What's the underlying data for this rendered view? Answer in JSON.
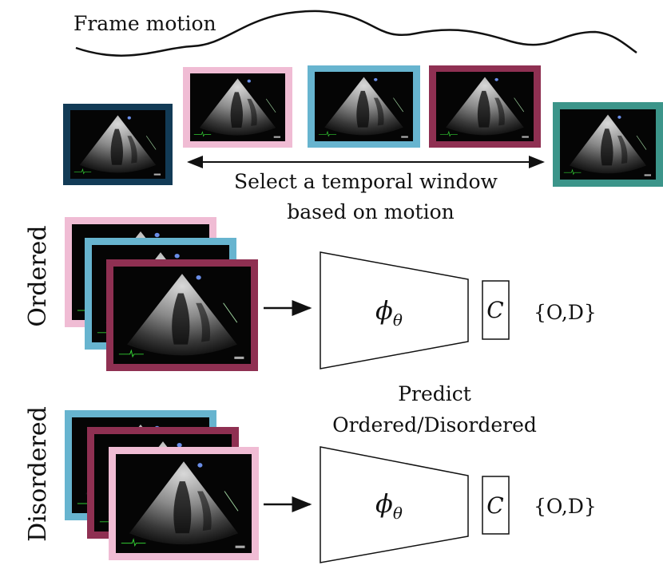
{
  "title": "Frame motion",
  "select_caption_line1": "Select a temporal window",
  "select_caption_line2": "based on motion",
  "ordered_label": "Ordered",
  "disordered_label": "Disordered",
  "encoder_label": "ϕ",
  "encoder_subscript": "θ",
  "classifier_label": "C",
  "output_label": "{O,D}",
  "predict_line1": "Predict",
  "predict_line2": "Ordered/Disordered",
  "frame_colors": {
    "navy": "#123b56",
    "pink": "#f0bcd4",
    "blue": "#67b4cf",
    "maroon": "#8f3052",
    "teal": "#3c958a"
  }
}
